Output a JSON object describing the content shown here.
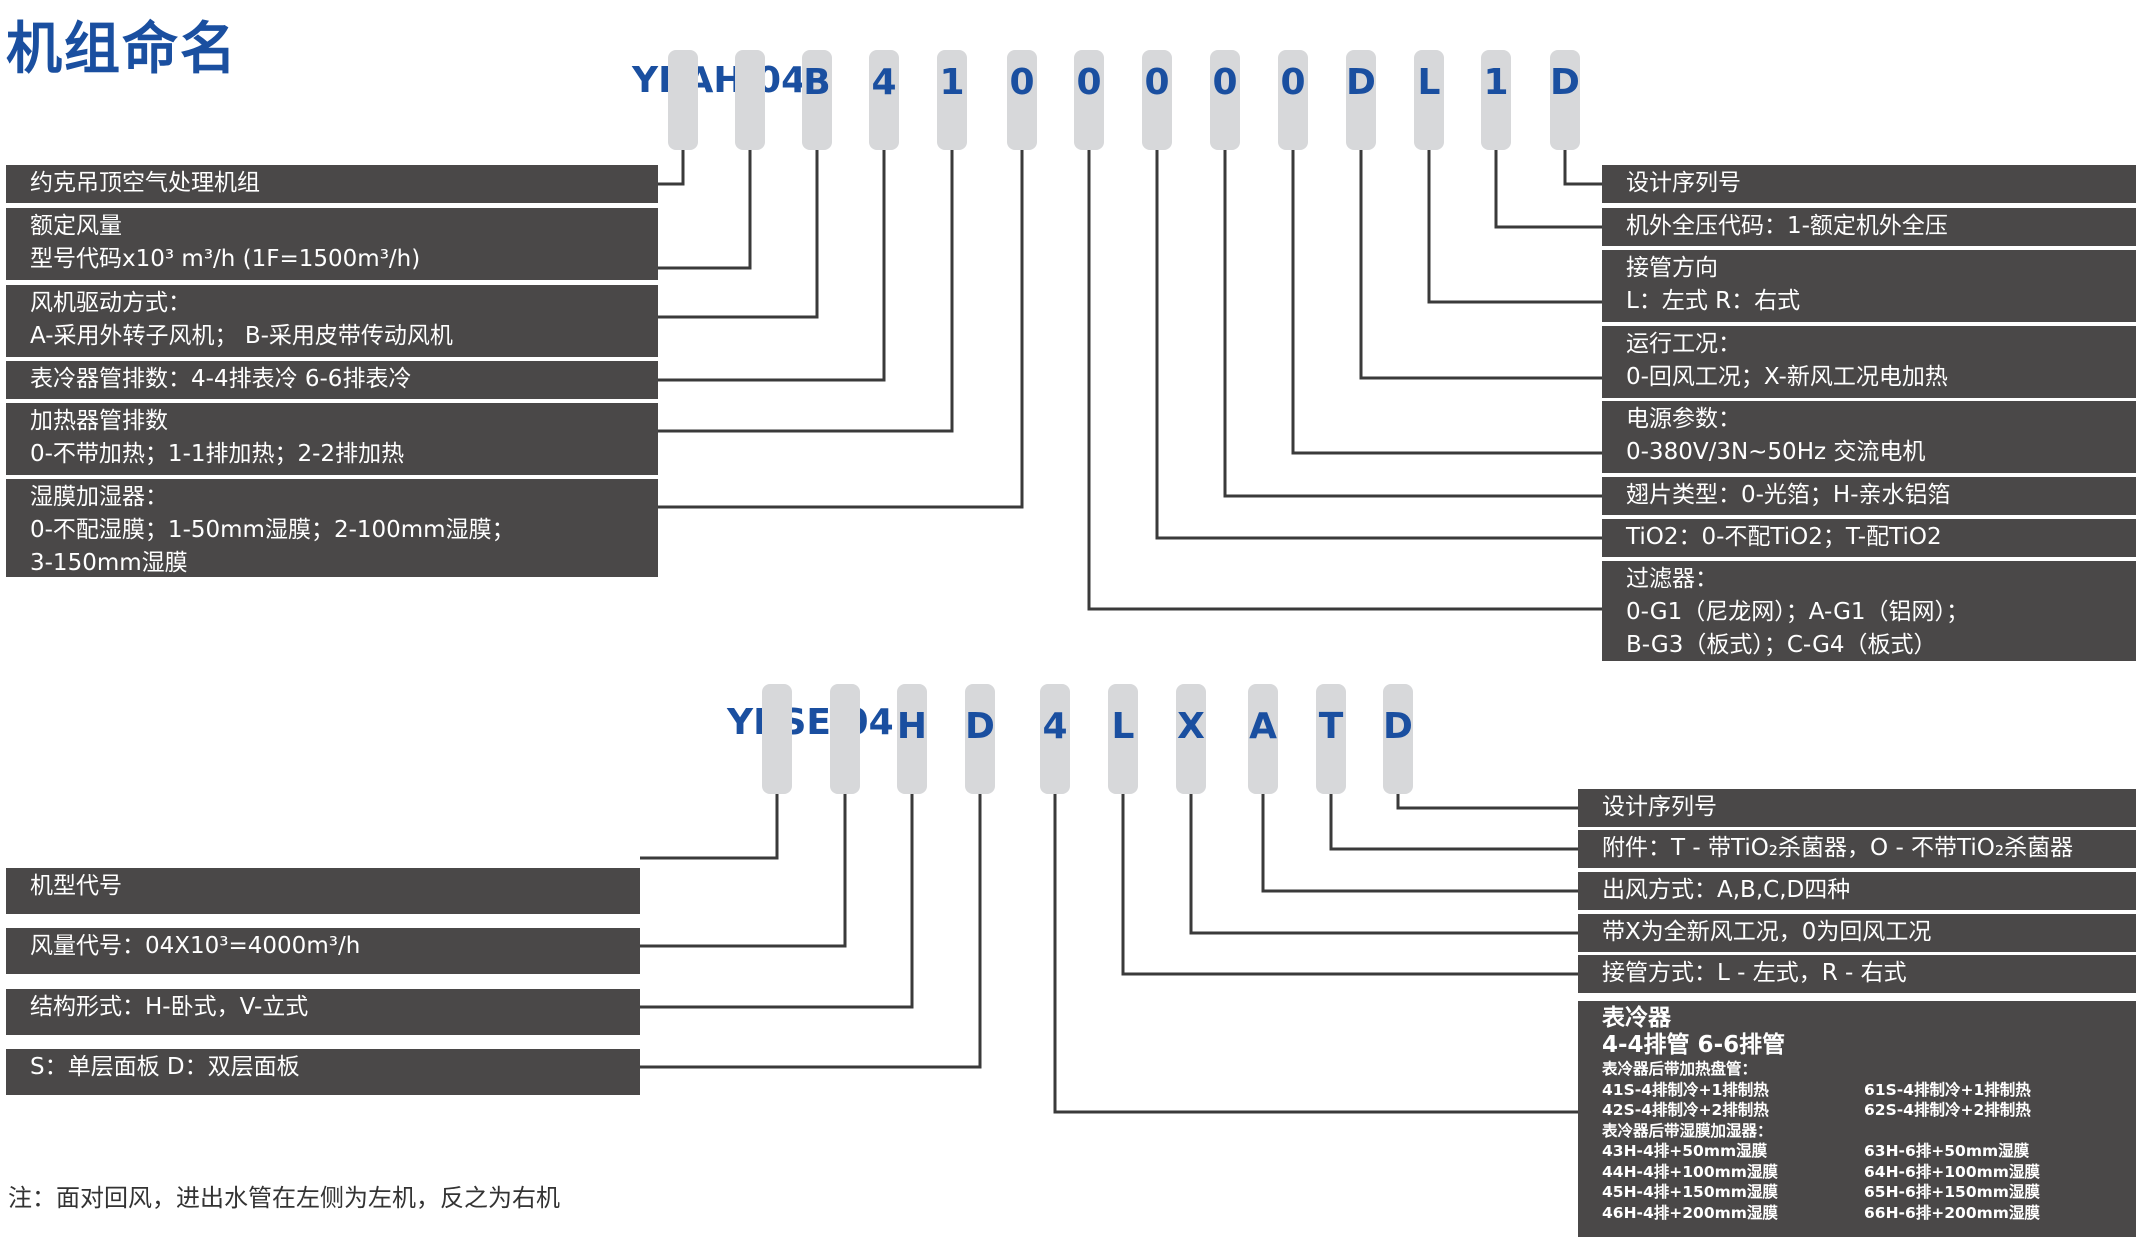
{
  "title": "机组命名",
  "colors": {
    "accent": "#1a4fa0",
    "box_bg": "#4a4848",
    "pill": "#d7d8da",
    "line": "#3a3a3a"
  },
  "section1": {
    "prefix": "YBAH 04",
    "chars": [
      "B",
      "4",
      "1",
      "0",
      "0",
      "0",
      "0",
      "0",
      "D",
      "L",
      "1",
      "D"
    ],
    "left_boxes": [
      {
        "lines": [
          "约克吊顶空气处理机组"
        ]
      },
      {
        "lines": [
          "额定风量",
          "型号代码x10³ m³/h (1F=1500m³/h)"
        ]
      },
      {
        "lines": [
          "风机驱动方式：",
          "A-采用外转子风机；   B-采用皮带传动风机"
        ]
      },
      {
        "lines": [
          "表冷器管排数：4-4排表冷      6-6排表冷"
        ]
      },
      {
        "lines": [
          "加热器管排数",
          "0-不带加热；1-1排加热；2-2排加热"
        ]
      },
      {
        "lines": [
          "湿膜加湿器：",
          "0-不配湿膜；1-50mm湿膜；2-100mm湿膜；",
          "3-150mm湿膜"
        ]
      }
    ],
    "right_boxes": [
      {
        "lines": [
          "设计序列号"
        ]
      },
      {
        "lines": [
          "机外全压代码：1-额定机外全压"
        ]
      },
      {
        "lines": [
          "接管方向",
          "L：左式 R：右式"
        ]
      },
      {
        "lines": [
          "运行工况：",
          "0-回风工况；X-新风工况电加热"
        ]
      },
      {
        "lines": [
          "电源参数：",
          "0-380V/3N~50Hz 交流电机"
        ]
      },
      {
        "lines": [
          "翅片类型：0-光箔；H-亲水铝箔"
        ]
      },
      {
        "lines": [
          "TiO2：0-不配TiO2；T-配TiO2"
        ]
      },
      {
        "lines": [
          "过滤器：",
          "0-G1（尼龙网）；A-G1（铝网）；",
          "B-G3（板式）；C-G4（板式）"
        ]
      }
    ]
  },
  "section2": {
    "prefix": "YBSE 04",
    "chars": [
      "H",
      "D",
      "4",
      "L",
      "X",
      "A",
      "T",
      "D"
    ],
    "left_boxes": [
      {
        "lines": [
          "机型代号"
        ]
      },
      {
        "lines": [
          "风量代号：04X10³=4000m³/h"
        ]
      },
      {
        "lines": [
          "结构形式：H-卧式，V-立式"
        ]
      },
      {
        "lines": [
          "S：单层面板 D：双层面板"
        ]
      }
    ],
    "right_boxes": [
      {
        "lines": [
          "设计序列号"
        ]
      },
      {
        "lines": [
          "附件：T - 带TiO₂杀菌器，O - 不带TiO₂杀菌器"
        ]
      },
      {
        "lines": [
          "出风方式：A,B,C,D四种"
        ]
      },
      {
        "lines": [
          "带X为全新风工况，0为回风工况"
        ]
      },
      {
        "lines": [
          "接管方式：L - 左式，R - 右式"
        ]
      }
    ],
    "cooler_box": {
      "heading": "表冷器",
      "rows": "4-4排管       6-6排管",
      "heat_title": "表冷器后带加热盘管：",
      "heat_items": [
        [
          "41S-4排制冷+1排制热",
          "61S-4排制冷+1排制热"
        ],
        [
          "42S-4排制冷+2排制热",
          "62S-4排制冷+2排制热"
        ]
      ],
      "humid_title": "表冷器后带湿膜加湿器：",
      "humid_items": [
        [
          "43H-4排+50mm湿膜",
          "63H-6排+50mm湿膜"
        ],
        [
          "44H-4排+100mm湿膜",
          "64H-6排+100mm湿膜"
        ],
        [
          "45H-4排+150mm湿膜",
          "65H-6排+150mm湿膜"
        ],
        [
          "46H-4排+200mm湿膜",
          "66H-6排+200mm湿膜"
        ]
      ]
    }
  },
  "note": "注：面对回风，进出水管在左侧为左机，反之为右机"
}
